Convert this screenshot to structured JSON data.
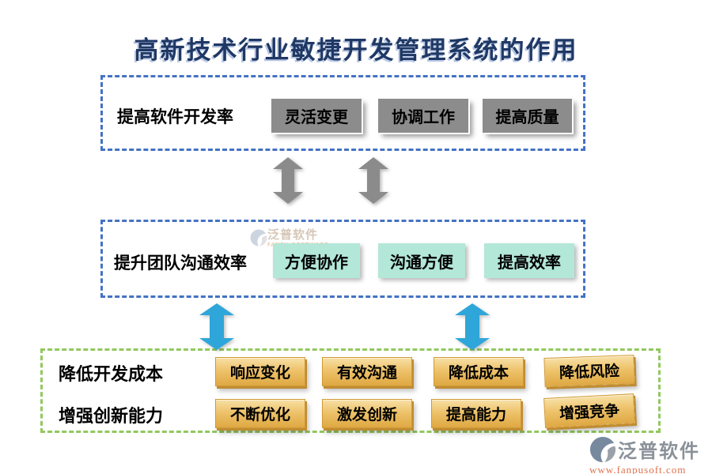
{
  "title": "高新技术行业敏捷开发管理系统的作用",
  "box1": {
    "label": "提高软件开发率",
    "buttons": [
      "灵活变更",
      "协调工作",
      "提高质量"
    ]
  },
  "box2": {
    "label": "提升团队沟通效率",
    "buttons": [
      "方便协作",
      "沟通方便",
      "提高效率"
    ]
  },
  "box3": {
    "rows": [
      {
        "label": "降低开发成本",
        "buttons": [
          "响应变化",
          "有效沟通",
          "降低成本",
          "降低风险"
        ]
      },
      {
        "label": "增强创新能力",
        "buttons": [
          "不断优化",
          "激发创新",
          "提高能力",
          "增强竞争"
        ]
      }
    ]
  },
  "watermark": {
    "brand": "泛普软件",
    "caption": "FANPU SOFTWARE"
  },
  "logo": {
    "brand": "泛普软件",
    "url": "www.fanpusoft.com"
  },
  "colors": {
    "title_text": "#1F3864",
    "blue_box_border": "#4472C4",
    "green_box_border": "#92C85E",
    "gray_button": "#8C8C8C",
    "mint_button": "#B3E7D8",
    "gold_button": "#E8BC5F",
    "gray_arrow": "#8B8B8B",
    "blue_arrow": "#2FA6D9",
    "logo_text": "#8A9199",
    "logo_url_text": "#E0714C"
  }
}
